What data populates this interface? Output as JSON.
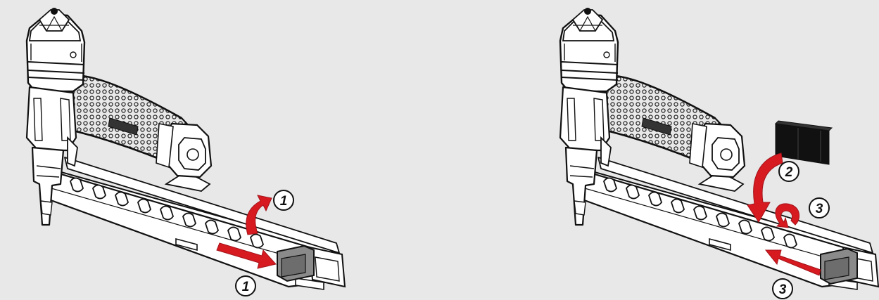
{
  "figures": [
    {
      "name": "open-magazine",
      "steps": [
        {
          "label": "1",
          "action": "lift-latch"
        },
        {
          "label": "1",
          "action": "pull-pusher-back"
        }
      ]
    },
    {
      "name": "load-staples",
      "steps": [
        {
          "label": "2",
          "action": "insert-staple-strip"
        },
        {
          "label": "3",
          "action": "close-latch"
        },
        {
          "label": "3",
          "action": "push-pusher-forward"
        }
      ]
    }
  ],
  "colors": {
    "background": "#e8e8e8",
    "outline": "#111111",
    "body": "#ffffff",
    "arrow": "#d71920",
    "arrow_shade": "#a3141a",
    "staples": "#111111",
    "pusher": "#8a8a8a"
  },
  "icons": [
    "pneumatic-stapler-icon",
    "staple-strip-icon",
    "curved-arrow-icon",
    "straight-arrow-icon"
  ]
}
